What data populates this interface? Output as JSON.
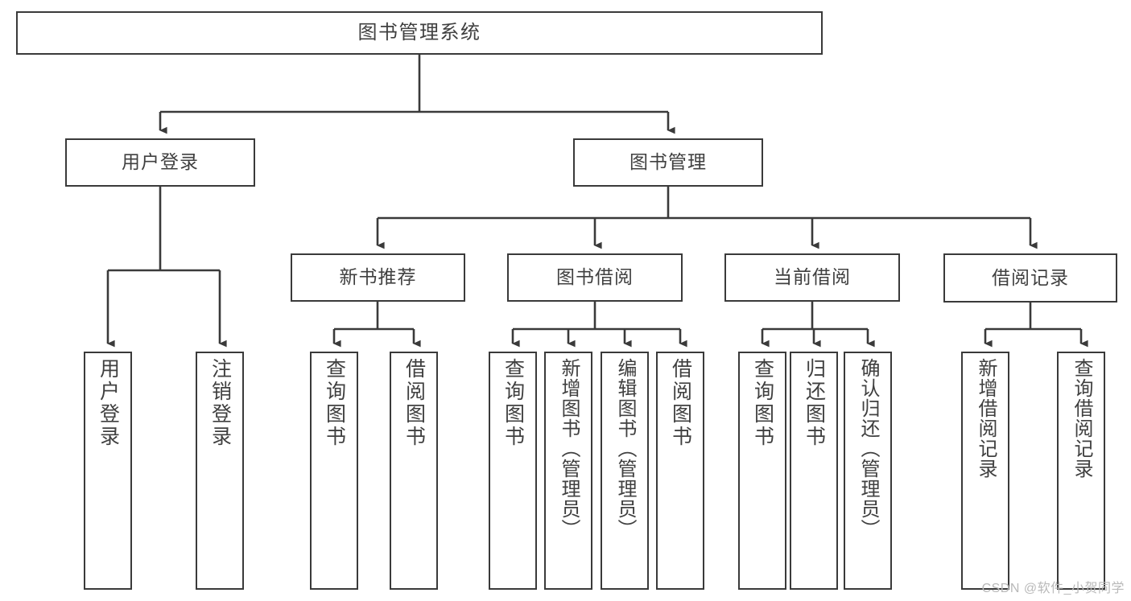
{
  "diagram": {
    "title": "图书管理系统",
    "type": "tree-hierarchy",
    "watermark": "CSDN @软件_小贺同学",
    "colors": {
      "background": "#ffffff",
      "box_border": "#3a3a3a",
      "box_fill": "#ffffff",
      "text": "#404040",
      "connector": "#3a3a3a",
      "watermark": "#b9b9b9"
    },
    "nodes": {
      "root": {
        "label": "图书管理系统"
      },
      "level2": [
        {
          "id": "user-login",
          "label": "用户登录"
        },
        {
          "id": "book-management",
          "label": "图书管理"
        }
      ],
      "level3": [
        {
          "id": "new-book-recommend",
          "label": "新书推荐"
        },
        {
          "id": "book-borrow",
          "label": "图书借阅"
        },
        {
          "id": "current-borrow",
          "label": "当前借阅"
        },
        {
          "id": "borrow-record",
          "label": "借阅记录"
        }
      ],
      "leaves": {
        "user_login": [
          {
            "id": "leaf-user-login",
            "label": "用户登录"
          },
          {
            "id": "leaf-logout",
            "label": "注销登录"
          }
        ],
        "new_book_recommend": [
          {
            "id": "leaf-query-book-1",
            "label": "查询图书"
          },
          {
            "id": "leaf-borrow-book-1",
            "label": "借阅图书"
          }
        ],
        "book_borrow": [
          {
            "id": "leaf-query-book-2",
            "label": "查询图书"
          },
          {
            "id": "leaf-add-book",
            "label": "新增图书（管理员）"
          },
          {
            "id": "leaf-edit-book",
            "label": "编辑图书（管理员）"
          },
          {
            "id": "leaf-borrow-book-2",
            "label": "借阅图书"
          }
        ],
        "current_borrow": [
          {
            "id": "leaf-query-book-3",
            "label": "查询图书"
          },
          {
            "id": "leaf-return-book",
            "label": "归还图书"
          },
          {
            "id": "leaf-confirm-return",
            "label": "确认归还（管理员）"
          }
        ],
        "borrow_record": [
          {
            "id": "leaf-add-record",
            "label": "新增借阅记录"
          },
          {
            "id": "leaf-query-record",
            "label": "查询借阅记录"
          }
        ]
      }
    }
  }
}
